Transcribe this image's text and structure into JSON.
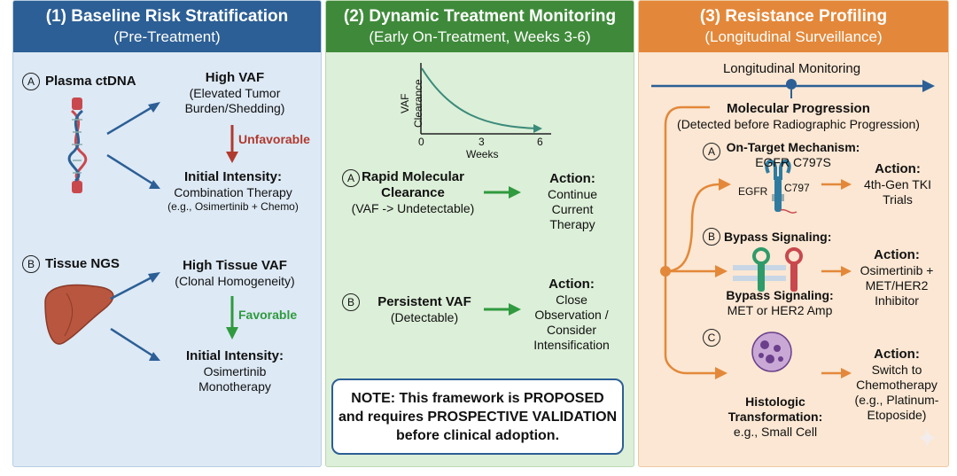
{
  "panels": [
    {
      "title": "(1) Baseline Risk Stratification",
      "subtitle": "(Pre-Treatment)",
      "a": {
        "marker": "A",
        "label": "Plasma ctDNA",
        "result_title": "High VAF",
        "result_desc": "(Elevated Tumor Burden/Shedding)",
        "verdict": "Unfavorable",
        "intensity_title": "Initial Intensity:",
        "intensity_desc": "Combination Therapy",
        "intensity_example": "(e.g., Osimertinib + Chemo)"
      },
      "b": {
        "marker": "B",
        "label": "Tissue NGS",
        "result_title": "High Tissue VAF",
        "result_desc": "(Clonal Homogeneity)",
        "verdict": "Favorable",
        "intensity_title": "Initial Intensity:",
        "intensity_desc": "Osimertinib Monotherapy"
      }
    },
    {
      "title": "(2) Dynamic Treatment Monitoring",
      "subtitle": "(Early On-Treatment, Weeks 3-6)",
      "mini_chart": {
        "ylabel": "VAF Clearance",
        "xlabel": "Weeks",
        "ticks": [
          "0",
          "3",
          "6"
        ]
      },
      "a": {
        "marker": "A",
        "title": "Rapid Molecular Clearance",
        "desc": "(VAF -> Undetectable)",
        "action_title": "Action:",
        "action_desc": "Continue Current Therapy"
      },
      "b": {
        "marker": "B",
        "title": "Persistent VAF",
        "desc": "(Detectable)",
        "action_title": "Action:",
        "action_desc": "Close Observation / Consider Intensification"
      },
      "note": "NOTE: This framework is PROPOSED and requires PROSPECTIVE VALIDATION before clinical adoption."
    },
    {
      "title": "(3) Resistance Profiling",
      "subtitle": "(Longitudinal Surveillance)",
      "timeline_label": "Longitudinal Monitoring",
      "progression_title": "Molecular Progression",
      "progression_desc": "(Detected before Radiographic Progression)",
      "a": {
        "marker": "A",
        "title": "On-Target Mechanism:",
        "desc": "EGFR C797S",
        "receptor_label": "EGFR",
        "mutation_label": "C797",
        "action_title": "Action:",
        "action_desc": "4th-Gen TKI Trials"
      },
      "b": {
        "marker": "B",
        "title": "Bypass Signaling:",
        "sub_title": "Bypass Signaling:",
        "sub_desc": "MET or HER2 Amp",
        "action_title": "Action:",
        "action_desc": "Osimertinib + MET/HER2 Inhibitor"
      },
      "c": {
        "marker": "C",
        "title": "Histologic Transformation:",
        "desc": "e.g., Small Cell",
        "action_title": "Action:",
        "action_desc": "Switch to Chemotherapy (e.g., Platinum-Etoposide)"
      }
    }
  ],
  "colors": {
    "blue": "#2c5f95",
    "green": "#3f8a3a",
    "orange": "#e3883a",
    "red": "#b03a2e",
    "arrow_green": "#2f9a3e"
  },
  "icons": [
    "dna-icon",
    "liver-icon",
    "egfr-receptor-icon",
    "met-receptor-icon",
    "her2-receptor-icon",
    "small-cell-icon",
    "sparkle-icon"
  ]
}
